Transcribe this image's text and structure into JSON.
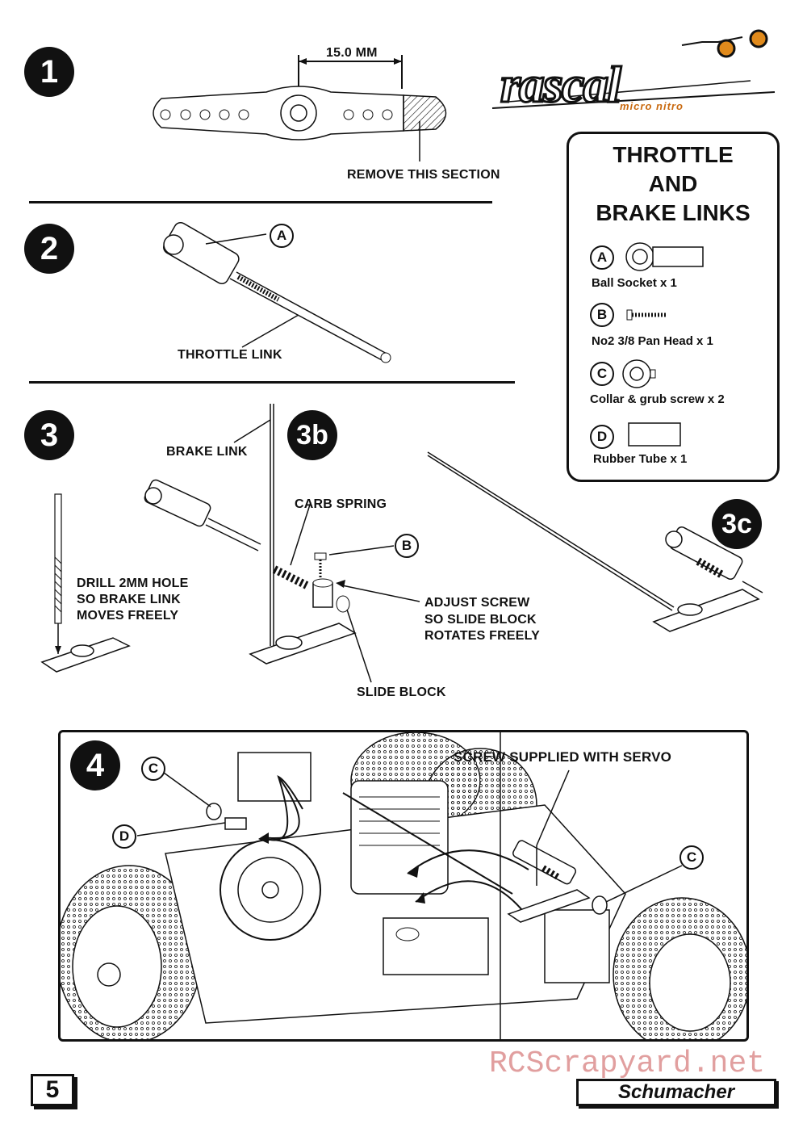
{
  "steps": {
    "s1": "1",
    "s2": "2",
    "s3": "3",
    "s3b": "3b",
    "s3c": "3c",
    "s4": "4"
  },
  "logo": {
    "name": "rascal",
    "sub": "micro nitro"
  },
  "step1": {
    "dimension": "15.0 MM",
    "remove": "REMOVE THIS SECTION"
  },
  "step2": {
    "callout": "A",
    "throttle_link": "THROTTLE LINK"
  },
  "step3": {
    "brake_link": "BRAKE LINK",
    "drill_line1": "DRILL 2MM HOLE",
    "drill_line2": "SO BRAKE LINK",
    "drill_line3": "MOVES FREELY",
    "carb_spring": "CARB SPRING",
    "callout_b": "B",
    "adjust_line1": "ADJUST SCREW",
    "adjust_line2": "SO SLIDE BLOCK",
    "adjust_line3": "ROTATES FREELY",
    "slide_block": "SLIDE BLOCK"
  },
  "parts_box": {
    "title_line1": "THROTTLE",
    "title_line2": "AND",
    "title_line3": "BRAKE LINKS",
    "items": [
      {
        "key": "A",
        "label": "Ball Socket x 1"
      },
      {
        "key": "B",
        "label": "No2 3/8 Pan Head x 1"
      },
      {
        "key": "C",
        "label": "Collar & grub screw x 2"
      },
      {
        "key": "D",
        "label": "Rubber Tube x 1"
      }
    ]
  },
  "step4": {
    "screw_label": "SCREW SUPPLIED WITH SERVO",
    "callout_c_left": "C",
    "callout_d": "D",
    "callout_c_right": "C"
  },
  "footer": {
    "page": "5",
    "brand": "Schumacher",
    "watermark": "RCScrapyard.net"
  }
}
